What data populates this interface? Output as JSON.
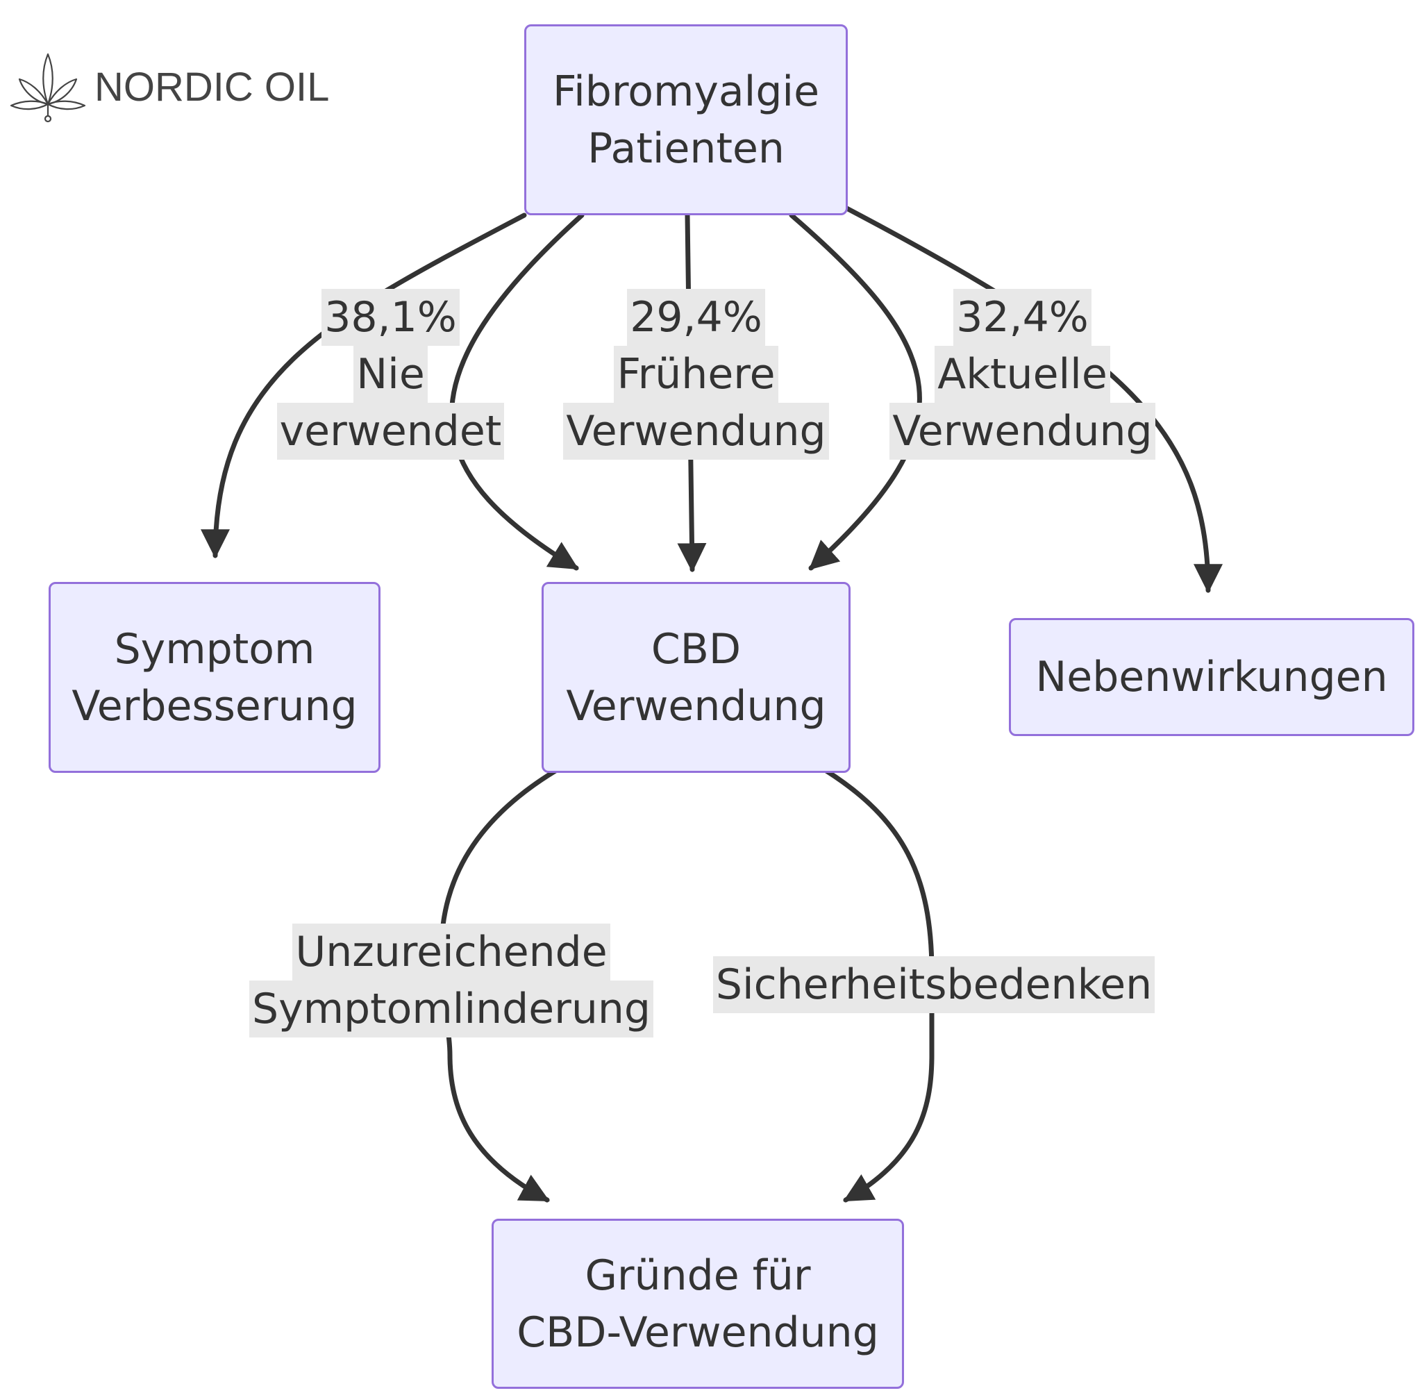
{
  "brand": {
    "name": "NORDIC OIL",
    "logo_icon": "cannabis-leaf-icon"
  },
  "colors": {
    "node_fill": "#ECECFF",
    "node_border": "#9370DB",
    "edge": "#333333",
    "label_bg": "#E8E8E8",
    "text": "#333333"
  },
  "nodes": {
    "patients": {
      "line1": "Fibromyalgie",
      "line2": "Patienten"
    },
    "symptom": {
      "line1": "Symptom",
      "line2": "Verbesserung"
    },
    "cbd": {
      "line1": "CBD",
      "line2": "Verwendung"
    },
    "side_effects": {
      "line1": "Nebenwirkungen"
    },
    "reasons": {
      "line1": "Gründe für",
      "line2": "CBD-Verwendung"
    }
  },
  "edges": {
    "never": {
      "line1": "38,1%",
      "line2": "Nie",
      "line3": "verwendet"
    },
    "former": {
      "line1": "29,4%",
      "line2": "Frühere",
      "line3": "Verwendung"
    },
    "current": {
      "line1": "32,4%",
      "line2": "Aktuelle",
      "line3": "Verwendung"
    },
    "relief": {
      "line1": "Unzureichende",
      "line2": "Symptomlinderung"
    },
    "safety": {
      "line1": "Sicherheitsbedenken"
    }
  }
}
